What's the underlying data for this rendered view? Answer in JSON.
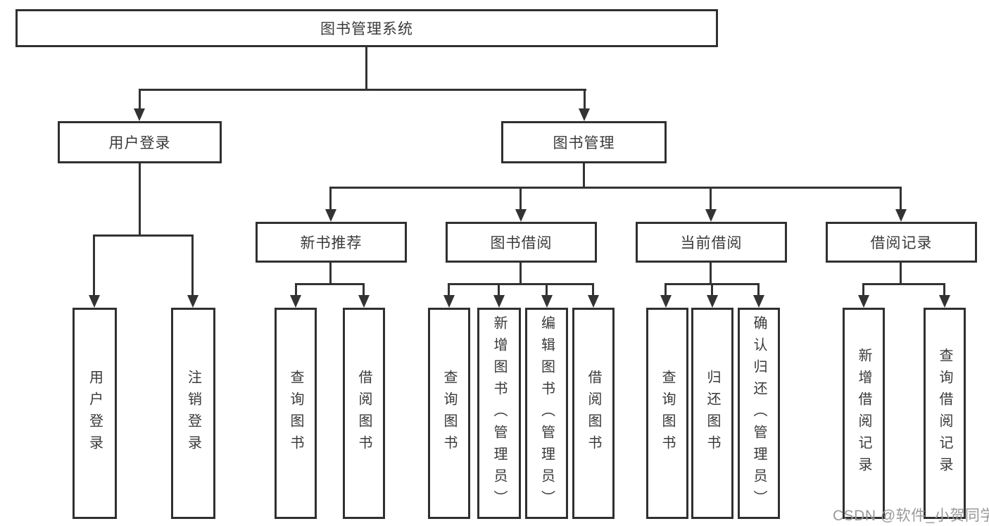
{
  "colors": {
    "line": "#333333",
    "border": "#303030",
    "text": "#3a3a3a",
    "watermark": "#999999",
    "background": "#ffffff"
  },
  "tree": {
    "root": "图书管理系统",
    "level2": [
      {
        "label": "用户登录",
        "leaves": [
          "用户登录",
          "注销登录"
        ]
      },
      {
        "label": "图书管理",
        "children": [
          {
            "label": "新书推荐",
            "leaves": [
              "查询图书",
              "借阅图书"
            ]
          },
          {
            "label": "图书借阅",
            "leaves": [
              "查询图书",
              "新增图书（管理员）",
              "编辑图书（管理员）",
              "借阅图书"
            ]
          },
          {
            "label": "当前借阅",
            "leaves": [
              "查询图书",
              "归还图书",
              "确认归还（管理员）"
            ]
          },
          {
            "label": "借阅记录",
            "leaves": [
              "新增借阅记录",
              "查询借阅记录"
            ]
          }
        ]
      }
    ]
  },
  "watermark": {
    "text": "CSDN @软件_小贺同学"
  }
}
